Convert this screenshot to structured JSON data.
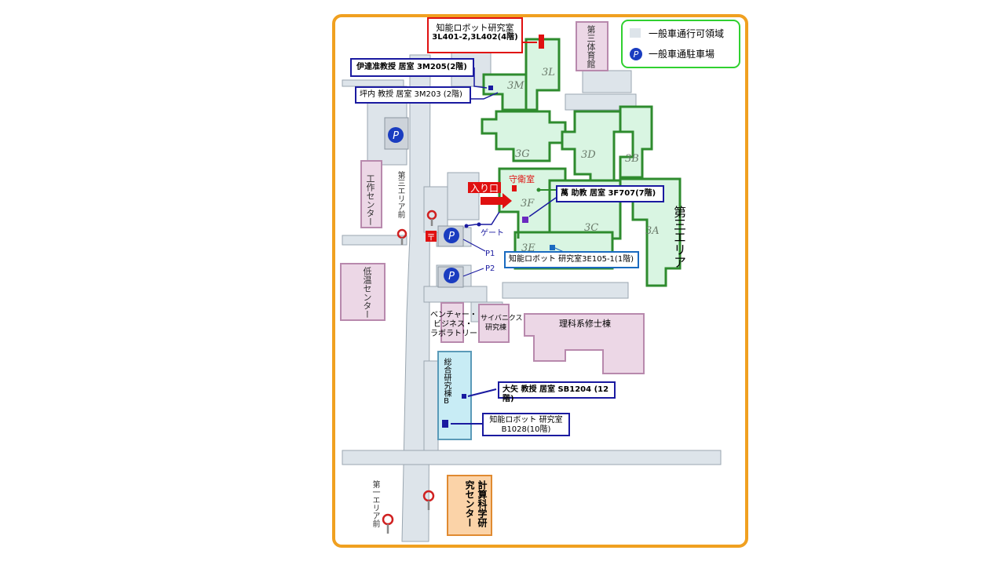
{
  "legend": {
    "road_area": "一般車通行可領域",
    "parking": "一般車通駐車場",
    "parking_symbol": "P"
  },
  "buildings": {
    "b3L": "3L",
    "b3M": "3M",
    "b3G": "3G",
    "b3D": "3D",
    "b3B": "3B",
    "b3F": "3F",
    "b3C": "3C",
    "b3A": "3A",
    "b3E": "3E",
    "gym": "第三体育館",
    "workshop": "工作センター",
    "lowtemp": "低温センター",
    "venture": [
      "ベンチャー・",
      "ビジネス・",
      "ラボラトリー"
    ],
    "cybernics": [
      "サイバニクス",
      "研究棟"
    ],
    "science_grad": "理科系修士棟",
    "sogo_b": "総合研究棟B",
    "compsci": "計算科学研究センター"
  },
  "places": {
    "area3": "第三エリア",
    "area3_front": "第三エリア前",
    "area1_front": "第一エリア前",
    "entrance": "入り口",
    "guard": "守衛室",
    "gate": "ゲート",
    "p1": "P1",
    "p2": "P2",
    "post_symbol": "〒"
  },
  "callouts": {
    "lab_3l": [
      "知能ロボット研究室",
      "3L401-2,3L402(4階)"
    ],
    "date": "伊達准教授 居室 3M205(2階)",
    "tsubouchi": "坪内 教授 居室 3M203 (2階)",
    "manabe": "萬 助教 居室 3F707(7階)",
    "lab_3e": "知能ロボット 研究室3E105-1(1階)",
    "oya": "大矢 教授 居室 SB1204 (12階)",
    "lab_b": [
      "知能ロボット 研究室",
      "B1028(10階)"
    ]
  },
  "colors": {
    "frame": "#f0a020",
    "road": "#dde4ea",
    "green_fill": "#d9f5e2",
    "green_edge": "#2e8b2e",
    "pink_fill": "#ecd7e6",
    "pink_edge": "#b889ad",
    "blue_callout": "#1a1aa0",
    "red": "#e01010"
  }
}
